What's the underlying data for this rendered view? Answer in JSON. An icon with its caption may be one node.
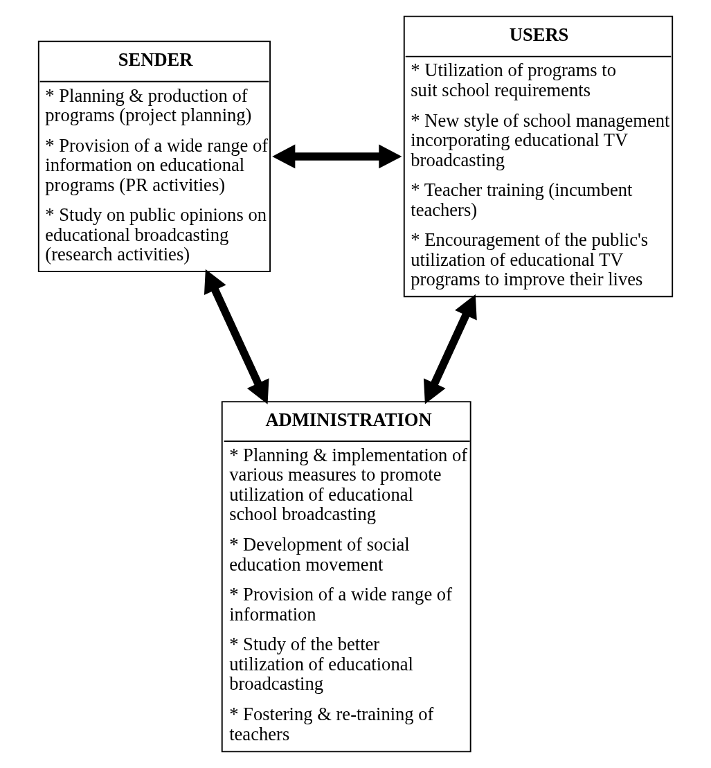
{
  "diagram": {
    "nodes": [
      {
        "text": [
          "SENDER",
          "* Planning & production of programs (project planning)",
          "* Provision of a wide range of information on educational programs (PR activities)",
          "* Study on public opinions on educational broadcasting (research activities)"
        ]
      },
      {
        "text": [
          "USERS",
          "* Utilization of programs to suit school requirements",
          "* New style of school management incorporating educational TV broadcasting",
          "* Teacher training (incumbent teachers)",
          "* Encouragement of the public's utilization of educational TV programs to improve their lives"
        ]
      },
      {
        "text": [
          "ADMINISTRATION",
          "* Planning & implementation of various measures to promote utilization of educational school broadcasting",
          "* Development of social education movement",
          "* Provision of a wide range of information",
          "* Study of the better utilization of educational broadcasting",
          "* Fostering & re-training of teachers"
        ]
      }
    ],
    "edges": [
      {
        "from": 0,
        "to": 1,
        "arrow": "both"
      },
      {
        "from": 0,
        "to": 2,
        "arrow": "both"
      },
      {
        "from": 1,
        "to": 2,
        "arrow": "both"
      }
    ]
  }
}
